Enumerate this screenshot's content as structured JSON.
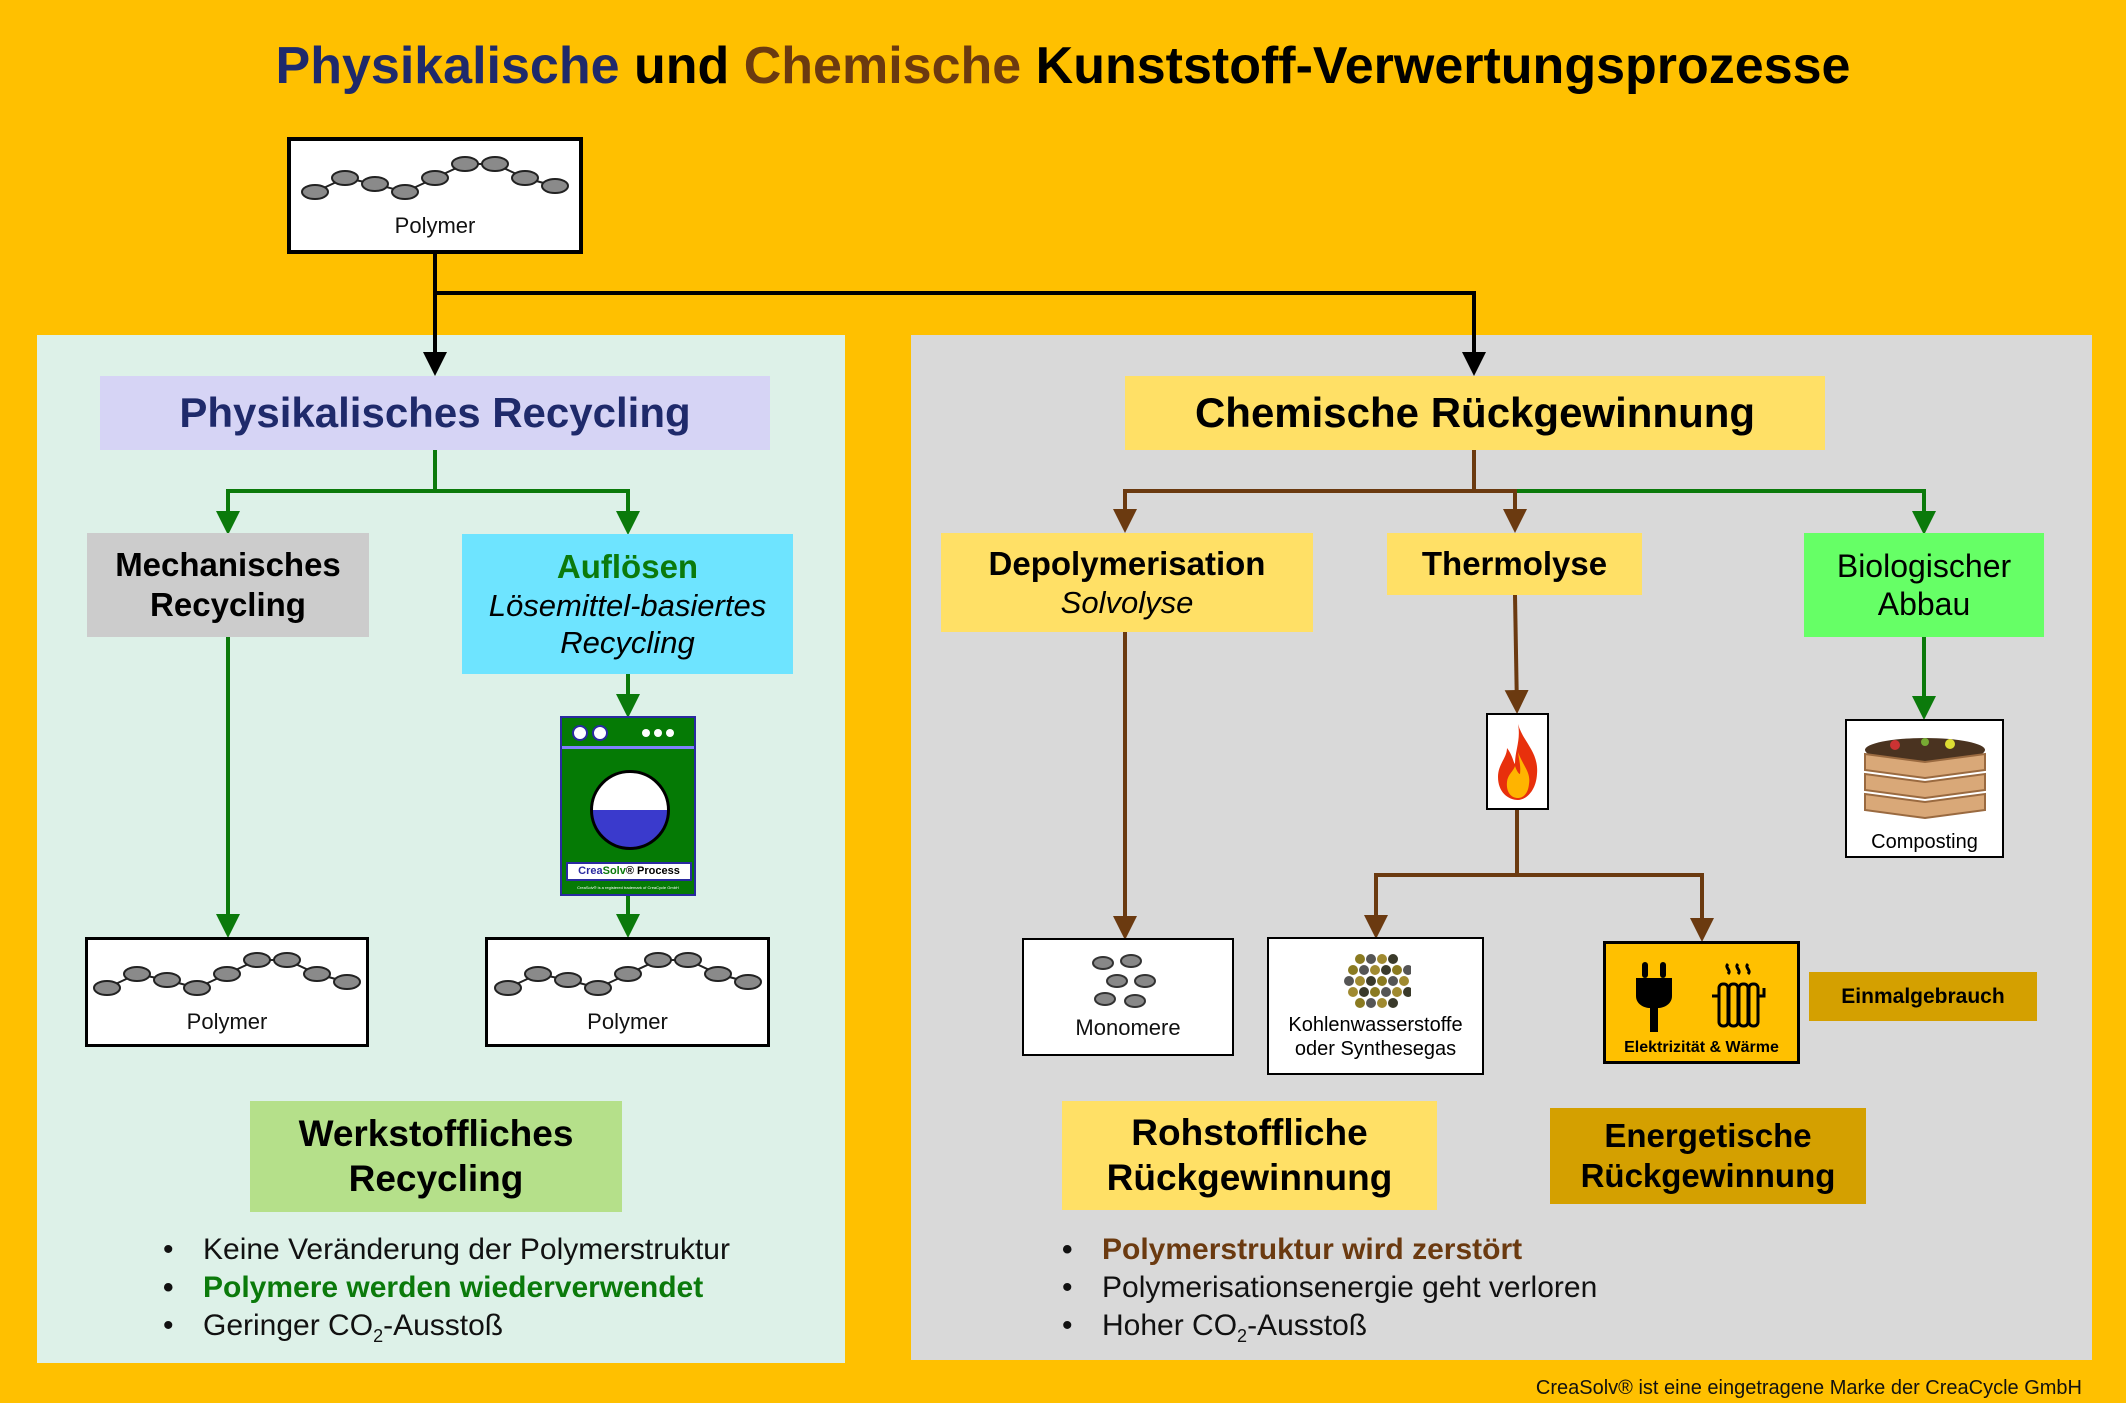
{
  "title": {
    "part1": "Physikalische",
    "part2": "und",
    "part3": "Chemische",
    "part4": "Kunststoff-Verwertungsprozesse"
  },
  "colors": {
    "background": "#ffc000",
    "physical": "#1f2a6b",
    "chemical": "#6b3a10",
    "green": "#0b7a0b",
    "brown": "#6b3a10"
  },
  "top_polymer": {
    "label": "Polymer"
  },
  "physical": {
    "header": "Physikalisches Recycling",
    "mechanical": {
      "line1": "Mechanisches",
      "line2": "Recycling"
    },
    "dissolve": {
      "title": "Auflösen",
      "line1": "Lösemittel-basiertes",
      "line2": "Recycling"
    },
    "machine": {
      "logo_a": "Crea",
      "logo_b": "Solv",
      "logo_c": "® Process",
      "fine_print": "CreaSolv® is a registered trademark of CreaCycle GmbH"
    },
    "polymer_left": "Polymer",
    "polymer_right": "Polymer",
    "result": {
      "line1": "Werkstoffliches",
      "line2": "Recycling"
    },
    "bullets": [
      "Keine Veränderung der Polymerstruktur",
      "Polymere werden wiederverwendet",
      "Geringer CO",
      "2",
      "-Ausstoß"
    ]
  },
  "chemical": {
    "header": "Chemische Rückgewinnung",
    "depol": {
      "title": "Depolymerisation",
      "sub": "Solvolyse"
    },
    "thermo": {
      "title": "Thermolyse"
    },
    "bio": {
      "line1": "Biologischer",
      "line2": "Abbau"
    },
    "composting": "Composting",
    "monomere": "Monomere",
    "hydrocarbons": {
      "line1": "Kohlenwasserstoffe",
      "line2": "oder Synthesegas"
    },
    "energy": {
      "label1": "Elektrizität",
      "label2": "& Wärme"
    },
    "single_use": "Einmalgebrauch",
    "raw": {
      "line1": "Rohstoffliche",
      "line2": "Rückgewinnung"
    },
    "energetic": {
      "line1": "Energetische",
      "line2": "Rückgewinnung"
    },
    "bullets": [
      "Polymerstruktur wird zerstört",
      "Polymerisationsenergie geht verloren",
      "Hoher CO",
      "2",
      "-Ausstoß"
    ]
  },
  "footer": "CreaSolv® ist eine eingetragene Marke der CreaCycle GmbH"
}
